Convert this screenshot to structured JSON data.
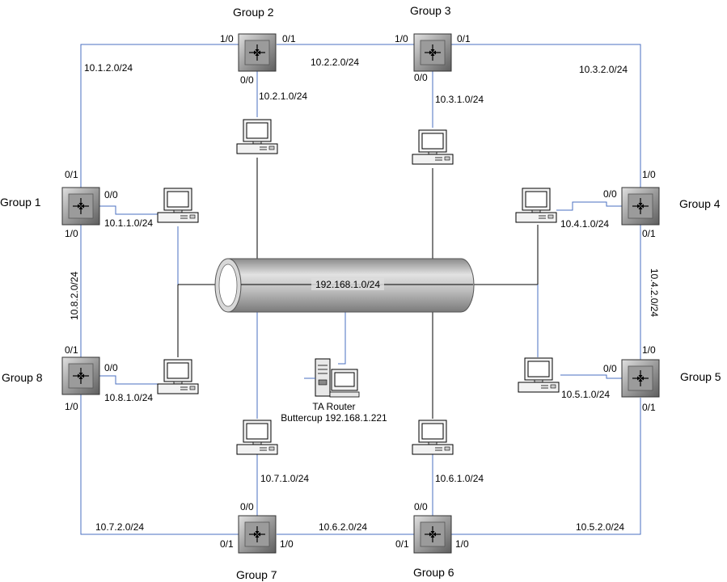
{
  "groups": [
    {
      "name": "Group 1"
    },
    {
      "name": "Group 2"
    },
    {
      "name": "Group 3"
    },
    {
      "name": "Group 4"
    },
    {
      "name": "Group 5"
    },
    {
      "name": "Group 6"
    },
    {
      "name": "Group 7"
    },
    {
      "name": "Group 8"
    }
  ],
  "interfaces": {
    "g1": {
      "top": "0/1",
      "lan": "0/0",
      "bottom": "1/0"
    },
    "g2": {
      "left": "1/0",
      "right": "0/1",
      "lan": "0/0"
    },
    "g3": {
      "left": "1/0",
      "right": "0/1",
      "lan": "0/0"
    },
    "g4": {
      "top": "1/0",
      "lan": "0/0",
      "bottom": "0/1"
    },
    "g5": {
      "top": "1/0",
      "lan": "0/0",
      "bottom": "0/1"
    },
    "g6": {
      "left": "0/1",
      "right": "1/0",
      "lan": "0/0"
    },
    "g7": {
      "left": "0/1",
      "right": "1/0",
      "lan": "0/0"
    },
    "g8": {
      "top": "0/1",
      "lan": "0/0",
      "bottom": "1/0"
    }
  },
  "networks": {
    "n10_1_1": "10.1.1.0/24",
    "n10_1_2": "10.1.2.0/24",
    "n10_2_1": "10.2.1.0/24",
    "n10_2_2": "10.2.2.0/24",
    "n10_3_1": "10.3.1.0/24",
    "n10_3_2": "10.3.2.0/24",
    "n10_4_1": "10.4.1.0/24",
    "n10_4_2": "10.4.2.0/24",
    "n10_5_1": "10.5.1.0/24",
    "n10_5_2": "10.5.2.0/24",
    "n10_6_1": "10.6.1.0/24",
    "n10_6_2": "10.6.2.0/24",
    "n10_7_1": "10.7.1.0/24",
    "n10_7_2": "10.7.2.0/24",
    "n10_8_1": "10.8.1.0/24",
    "n10_8_2": "10.8.2.0/24",
    "backbone": "192.168.1.0/24"
  },
  "ta_router": {
    "line1": "TA Router",
    "line2": "Buttercup 192.168.1.221"
  },
  "colors": {
    "link": "#4a6fc0",
    "router_face": "#9a9a9a",
    "tube": "#c8c8c8"
  }
}
